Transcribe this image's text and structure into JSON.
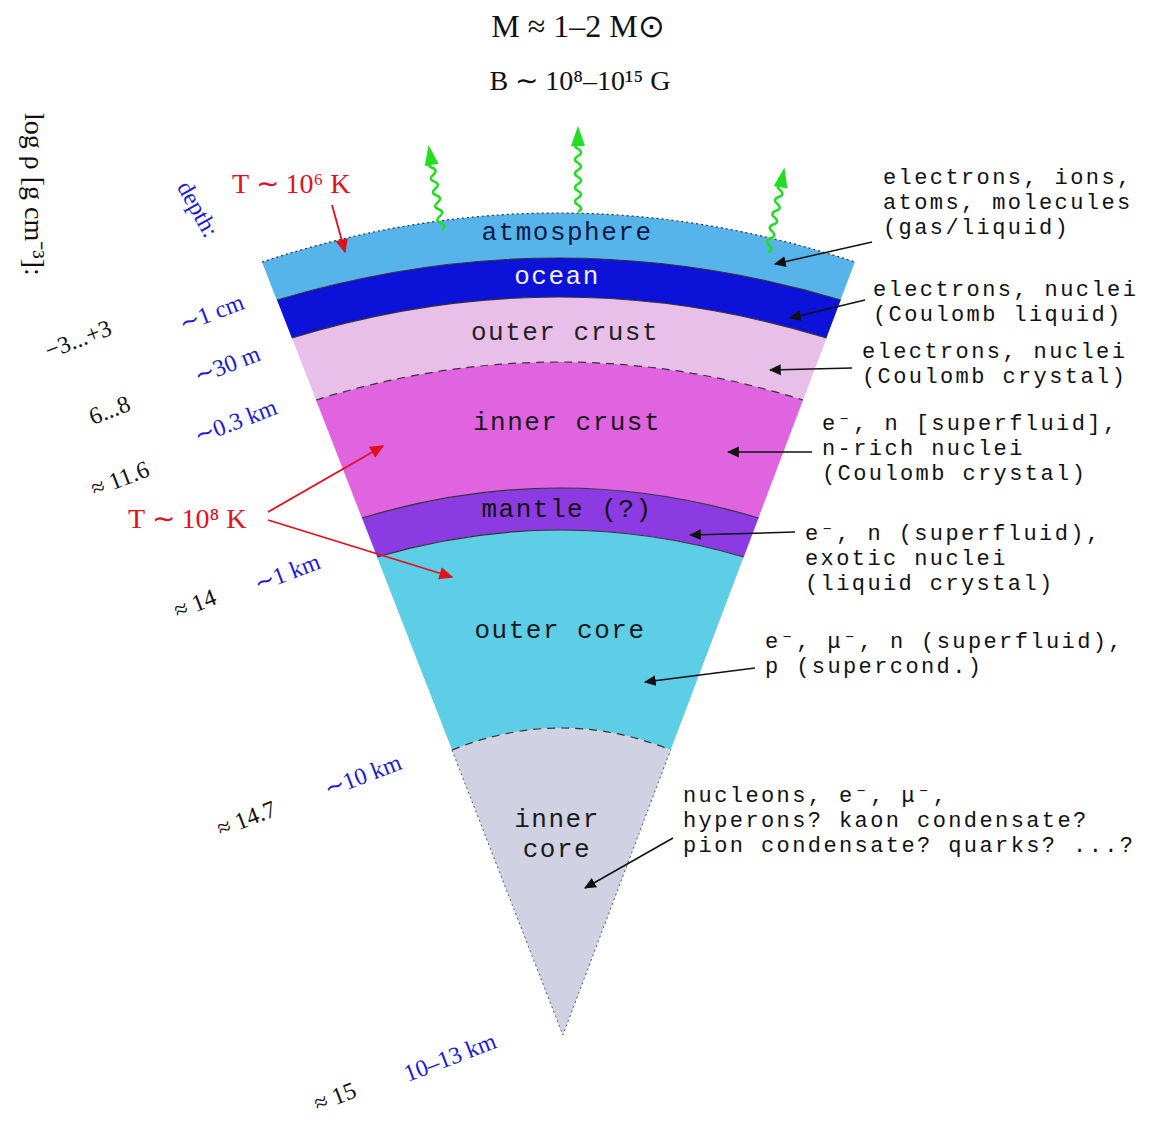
{
  "diagram": {
    "nodes": [
      {
        "text": [
          "atmosphere"
        ]
      },
      {
        "text": [
          "ocean"
        ]
      },
      {
        "text": [
          "outer crust"
        ]
      },
      {
        "text": [
          "inner crust"
        ]
      },
      {
        "text": [
          "mantle (?)"
        ]
      },
      {
        "text": [
          "outer core"
        ]
      },
      {
        "text": [
          "inner core"
        ]
      }
    ],
    "labels": [
      "M ≈ 1–2 M⊙",
      "B ∼ 10⁸–10¹⁵ G",
      "log ρ [g cm⁻³]:",
      "depth:",
      "T ∼ 10⁶ K",
      "T ∼ 10⁸ K",
      "−3...+3",
      "6...8",
      "≈ 11.6",
      "≈ 14",
      "≈ 14.7",
      "≈ 15",
      "∼1 cm",
      "∼30 m",
      "∼0.3 km",
      "∼1 km",
      "∼10 km",
      "10–13 km",
      "electrons, ions, atoms, molecules (gas/liquid)",
      "electrons, nuclei (Coulomb liquid)",
      "electrons, nuclei (Coulomb crystal)",
      "e⁻, n [superfluid], n-rich nuclei (Coulomb crystal)",
      "e⁻, n (superfluid), exotic nuclei (liquid crystal)",
      "e⁻, μ⁻, n (superfluid), p (supercond.)",
      "nucleons, e⁻, μ⁻, hyperons? kaon condensate? pion condensate? quarks? ...?"
    ]
  }
}
